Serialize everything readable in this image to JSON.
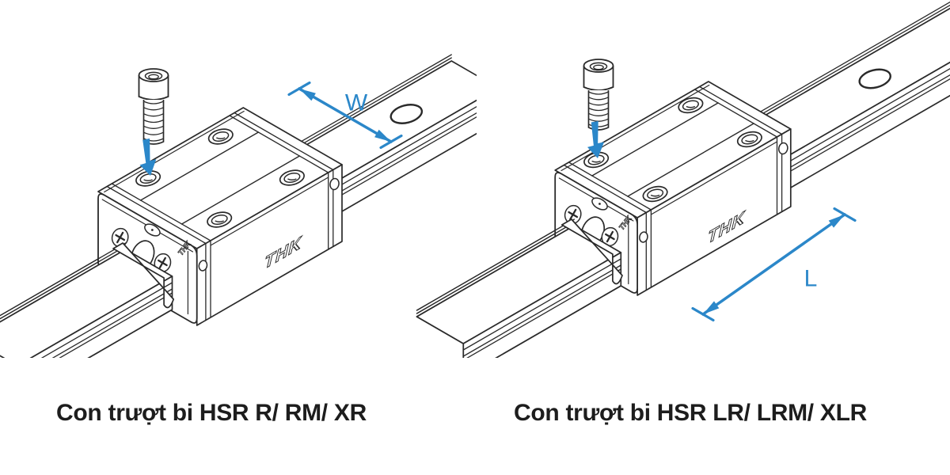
{
  "brand_logo": "THK",
  "colors": {
    "line": "#2a2a2a",
    "accent": "#2b87c9",
    "caption_text": "#1d1d1d",
    "background": "#ffffff"
  },
  "panels": [
    {
      "caption": "Con trượt bi HSR R/ RM/ XR",
      "dimension_label": "W",
      "dimension_meaning": "width-across-rail"
    },
    {
      "caption": "Con trượt bi HSR LR/ LRM/ XLR",
      "dimension_label": "L",
      "dimension_meaning": "length-along-rail"
    }
  ]
}
